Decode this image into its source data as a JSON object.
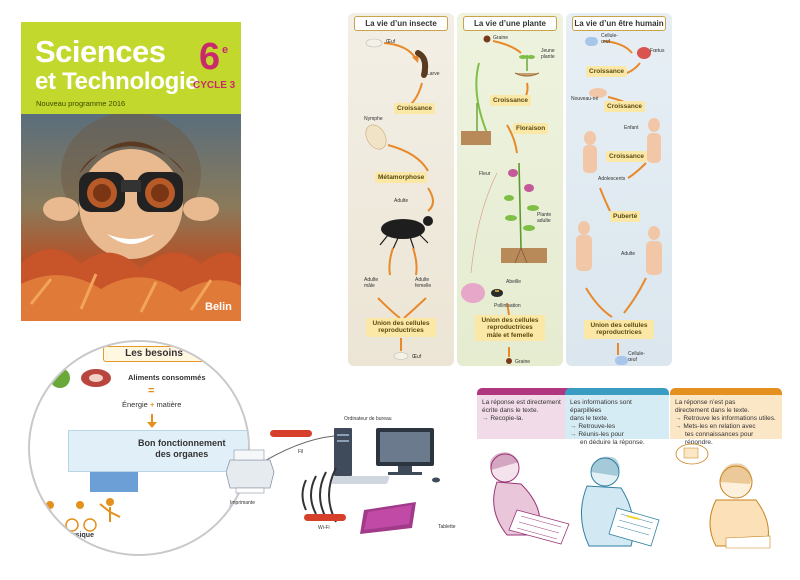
{
  "cover": {
    "title_line1": "Sciences",
    "title_line2": "et Technologie",
    "subtitle": "Nouveau programme 2016",
    "grade": "6",
    "grade_sup": "e",
    "cycle": "CYCLE 3",
    "publisher": "Belin"
  },
  "life_cycles": {
    "insect": {
      "title": "La vie d’un insecte",
      "oeuf": "Œuf",
      "larve": "Larve",
      "croissance": "Croissance",
      "nymphe": "Nymphe",
      "metamorphose": "Métamorphose",
      "adulte": "Adulte",
      "adulte_male": "Adulte\nmâle",
      "adulte_femelle": "Adulte\nfemelle",
      "union": "Union des cellules\nreproductrices",
      "oeuf_end": "Œuf"
    },
    "plant": {
      "title": "La vie d’une plante",
      "graine": "Graine",
      "jeune_plante": "Jeune\nplante",
      "croissance": "Croissance",
      "floraison": "Floraison",
      "fleur": "Fleur",
      "plante_adulte": "Plante\nadulte",
      "abeille": "Abeille",
      "pollinisation": "Pollinisation",
      "union": "Union des cellules\nreproductrices\nmâle et femelle",
      "graine_end": "Graine"
    },
    "human": {
      "title": "La vie d’un être humain",
      "cellule_oeuf": "Cellule-\nœuf",
      "foetus": "Fœtus",
      "croissance1": "Croissance",
      "nouveau_ne": "Nouveau-né",
      "croissance2": "Croissance",
      "enfant": "Enfant",
      "croissance3": "Croissance",
      "adolescents": "Adolescents",
      "puberte": "Puberté",
      "adulte": "Adulte",
      "union": "Union des cellules\nreproductrices",
      "cellule_oeuf_end": "Cellule-\nœuf"
    }
  },
  "nutrition": {
    "header": "Les besoins",
    "foods": "Aliments consommés",
    "equals": "=",
    "energy": "Énergie",
    "plus": "+",
    "matter": "matière",
    "organs": "Bon fonctionnement\ndes organes",
    "activity": "Activité physique"
  },
  "network": {
    "desktop": "Ordinateur de bureau",
    "fil": "Fil",
    "printer": "Imprimante",
    "wifi": "Wi-Fi",
    "tablet": "Tablette"
  },
  "strategies": [
    {
      "color": "#b0377f",
      "bg": "#f2dbe8",
      "lines": [
        "La réponse est directement",
        "écrite dans le texte."
      ],
      "arrows": [
        "Recopie-la."
      ]
    },
    {
      "color": "#3a9cc0",
      "bg": "#d6ecf4",
      "lines": [
        "Les informations sont éparpillées",
        "dans le texte."
      ],
      "arrows": [
        "Retrouve-les",
        "Réunis-les pour",
        "en déduire la réponse."
      ]
    },
    {
      "color": "#e3901e",
      "bg": "#fbe6c6",
      "lines": [
        "La réponse n’est pas",
        "directement dans le texte."
      ],
      "arrows": [
        "Retrouve les informations utiles.",
        "Mets-les en relation avec",
        "tes connaissances pour répondre."
      ]
    }
  ],
  "colors": {
    "cover_green": "#c3d82c",
    "grade_pink": "#c82a6b",
    "tag_yellow": "#fbe8a6",
    "arrow_orange": "#e8892a"
  }
}
